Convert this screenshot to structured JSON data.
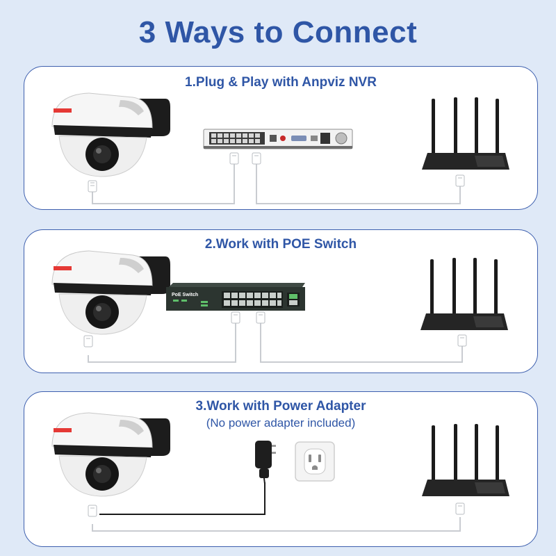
{
  "title": "3 Ways to Connect",
  "methods": [
    {
      "heading": "1.Plug & Play with Anpviz NVR",
      "note": ""
    },
    {
      "heading": "2.Work with POE Switch",
      "note": ""
    },
    {
      "heading": "3.Work with Power Adapter",
      "note": "(No power adapter included)"
    }
  ],
  "devices": {
    "switch_label": "PoE Switch"
  },
  "colors": {
    "accent": "#2f56a6",
    "background": "#dfe9f7",
    "panel": "#ffffff",
    "cable": "#c9ccd1"
  }
}
